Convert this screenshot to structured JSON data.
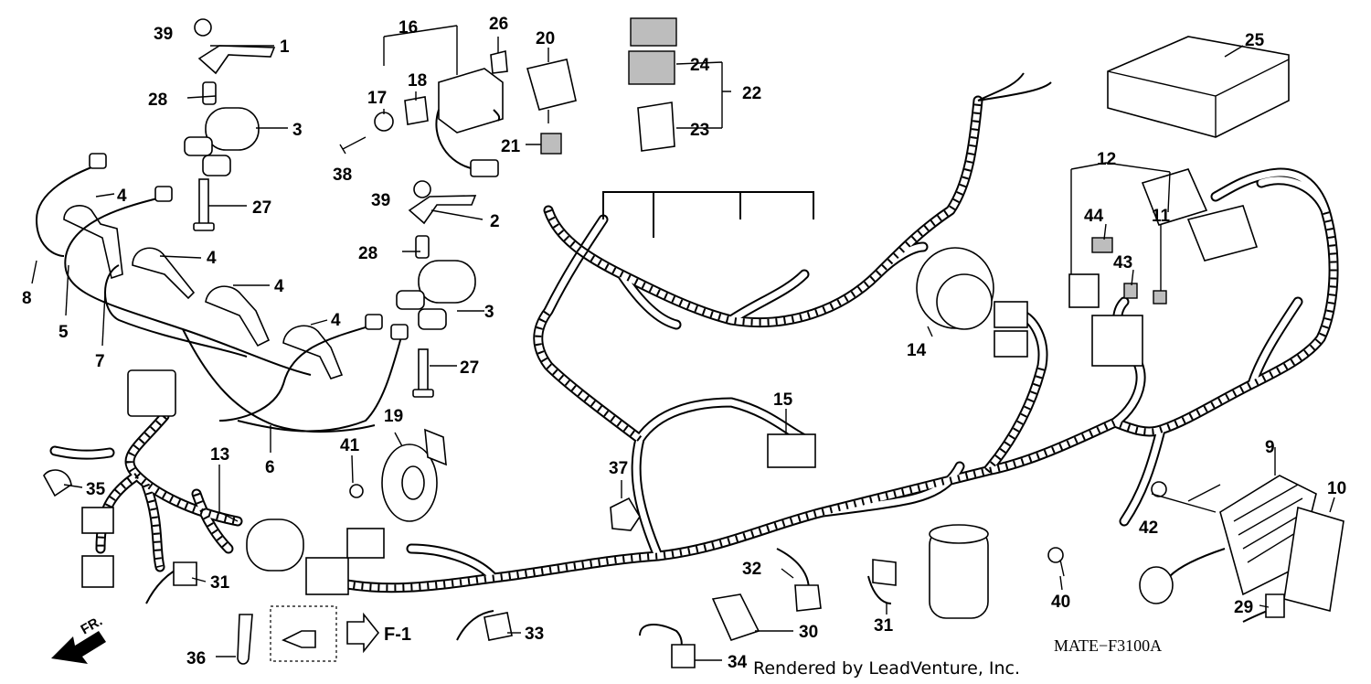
{
  "diagram": {
    "code": "MATE−F3100A",
    "credit": "Rendered by LeadVenture, Inc.",
    "direction_label": "FR.",
    "reference_label": "F-1"
  },
  "callouts": {
    "p1": "1",
    "p2": "2",
    "p3a": "3",
    "p3b": "3",
    "p4a": "4",
    "p4b": "4",
    "p4c": "4",
    "p4d": "4",
    "p5": "5",
    "p6": "6",
    "p7": "7",
    "p8": "8",
    "p9": "9",
    "p10": "10",
    "p11": "11",
    "p12": "12",
    "p13": "13",
    "p14": "14",
    "p15": "15",
    "p16": "16",
    "p17": "17",
    "p18": "18",
    "p19": "19",
    "p20": "20",
    "p21": "21",
    "p22": "22",
    "p23": "23",
    "p24": "24",
    "p25": "25",
    "p26": "26",
    "p27a": "27",
    "p27b": "27",
    "p28a": "28",
    "p28b": "28",
    "p29": "29",
    "p30": "30",
    "p31a": "31",
    "p31b": "31",
    "p32": "32",
    "p33": "33",
    "p34": "34",
    "p35": "35",
    "p36": "36",
    "p37": "37",
    "p38": "38",
    "p39a": "39",
    "p39b": "39",
    "p40": "40",
    "p41": "41",
    "p42": "42",
    "p43": "43",
    "p44": "44"
  }
}
